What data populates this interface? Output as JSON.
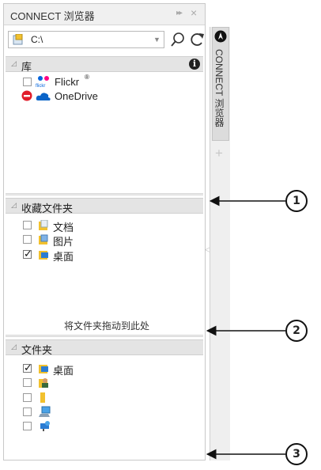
{
  "panel": {
    "title": "CONNECT 浏览器",
    "controls": {
      "pin_glyph": "▸▸",
      "close_glyph": "×"
    }
  },
  "pathbar": {
    "value": "C:\\",
    "drop_glyph": "▼",
    "search_icon": "search-icon",
    "refresh_icon": "refresh-icon"
  },
  "sections": {
    "library": {
      "label": "库",
      "info_glyph": "i",
      "items": [
        {
          "label": "Flickr",
          "mark": "®",
          "logo_text": "flickr",
          "checked": false
        },
        {
          "label": "OneDrive",
          "checked": false,
          "status_color": "#e11d2a"
        }
      ]
    },
    "favorites": {
      "label": "收藏文件夹",
      "items": [
        {
          "label": "文档",
          "checked": false
        },
        {
          "label": "图片",
          "checked": false
        },
        {
          "label": "桌面",
          "checked": true
        }
      ],
      "drop_hint": "将文件夹拖动到此处"
    },
    "folders": {
      "label": "文件夹",
      "items": [
        {
          "label": "桌面",
          "checked": true,
          "icon": "folder-icon"
        },
        {
          "label": "",
          "checked": false,
          "icon": "user-folder-icon"
        },
        {
          "label": "",
          "checked": false,
          "icon": "folder-icon"
        },
        {
          "label": "",
          "checked": false,
          "icon": "computer-icon"
        },
        {
          "label": "",
          "checked": false,
          "icon": "network-icon"
        }
      ]
    }
  },
  "dock_tab": {
    "label": "CONNECT 浏览器",
    "add_glyph": "+"
  },
  "callouts": [
    "1",
    "2",
    "3"
  ],
  "colors": {
    "header_bg": "#e4e4e4",
    "folder_yellow": "#f2c12e",
    "onedrive_blue": "#0a64c8"
  }
}
